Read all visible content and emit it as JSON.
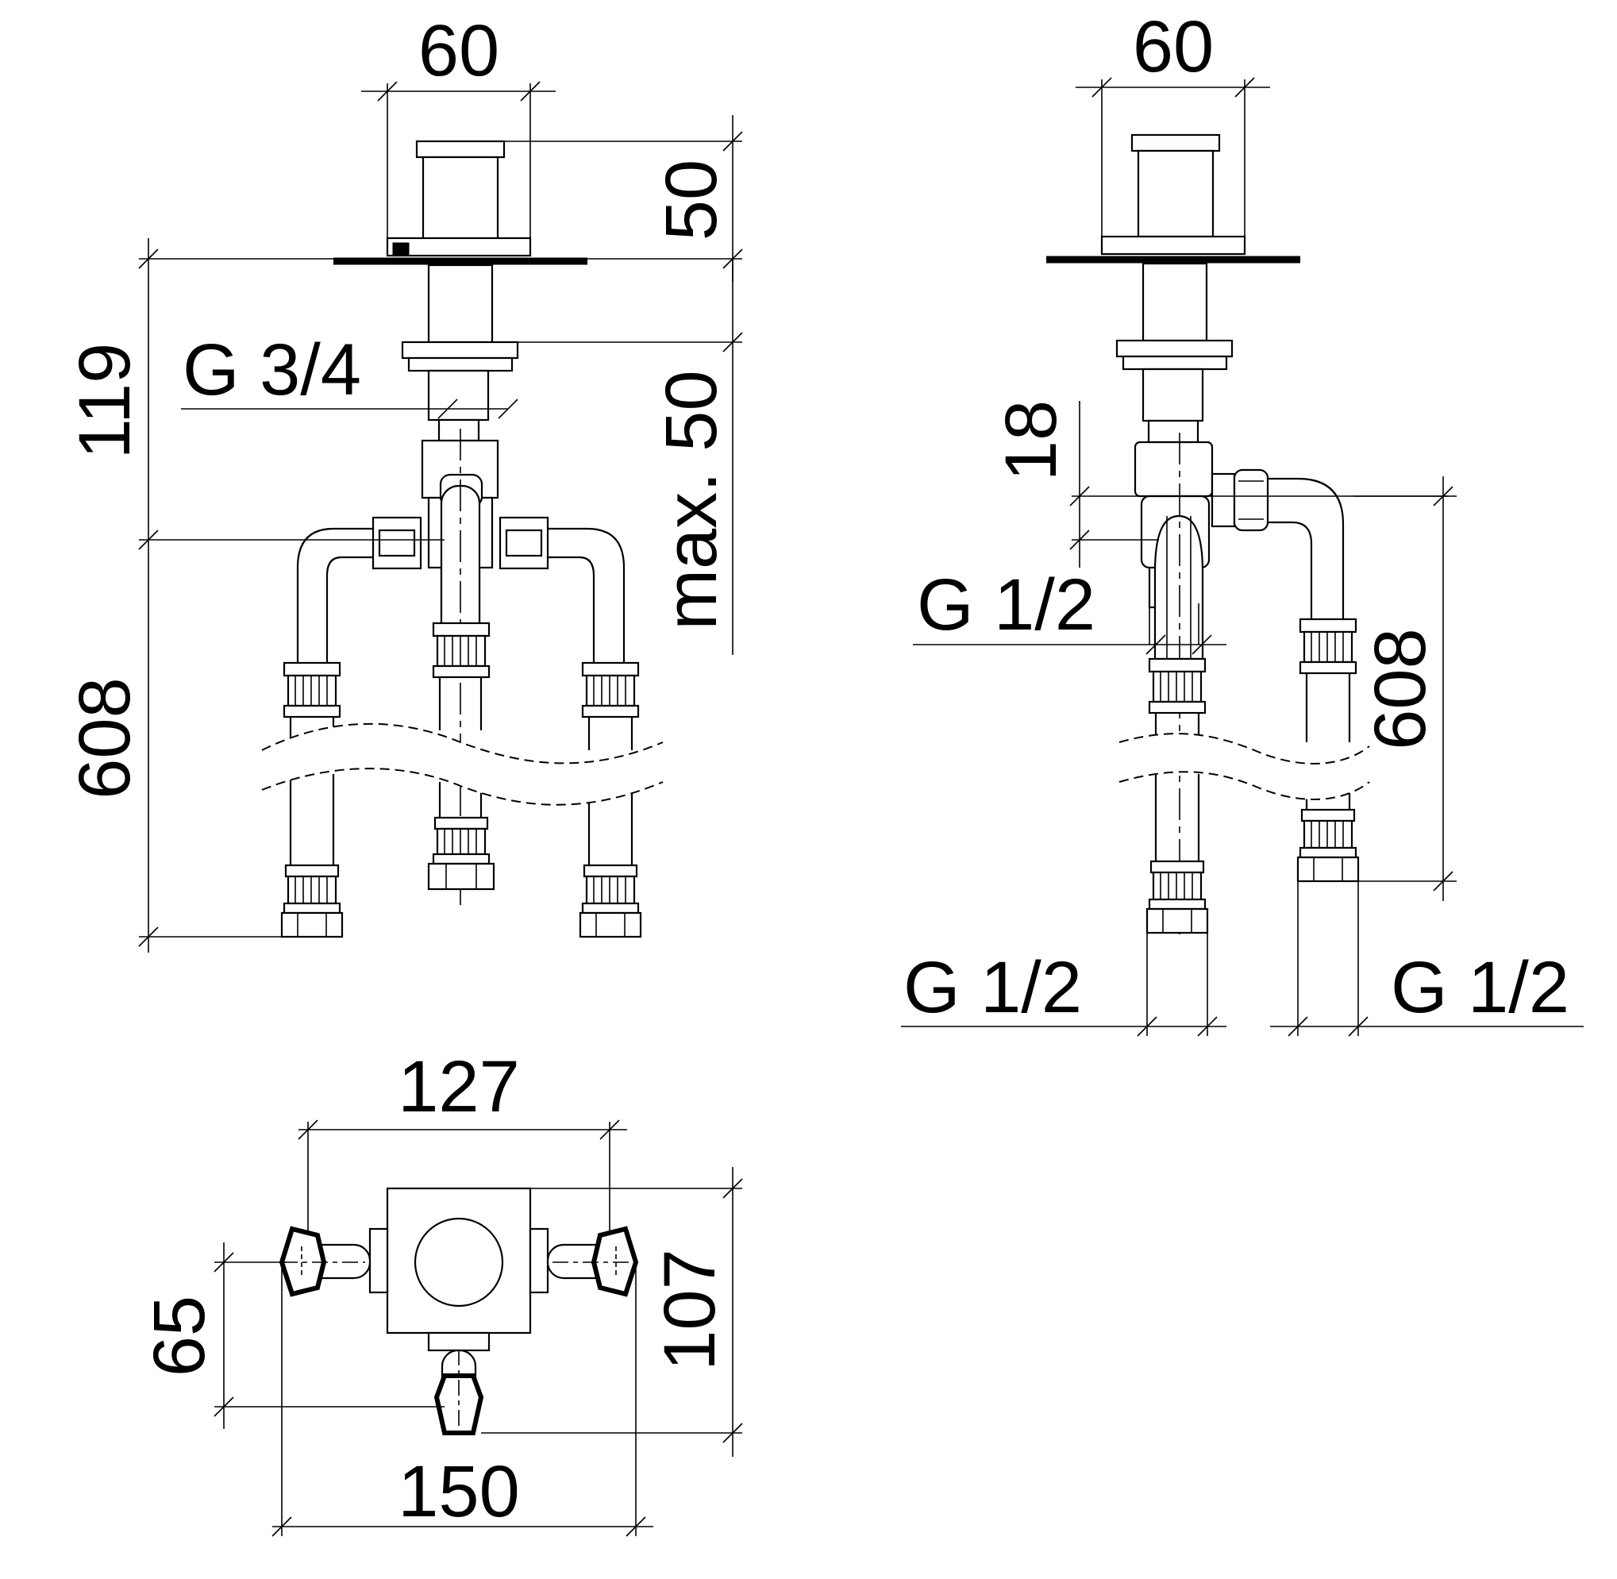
{
  "dimensions": {
    "v1_width_top": "60",
    "v1_height_top": "50",
    "v1_height_total": "119",
    "v1_thread_main": "G 3/4",
    "v1_max_depth": "max. 50",
    "v1_hose_length": "608",
    "v2_width_top": "60",
    "v2_offset": "18",
    "v2_thread_mid": "G 1/2",
    "v2_hose_length": "608",
    "v2_thread_left": "G 1/2",
    "v2_thread_right": "G 1/2",
    "v3_inner_width": "127",
    "v3_outer_width": "150",
    "v3_height_left": "65",
    "v3_height_right": "107"
  }
}
